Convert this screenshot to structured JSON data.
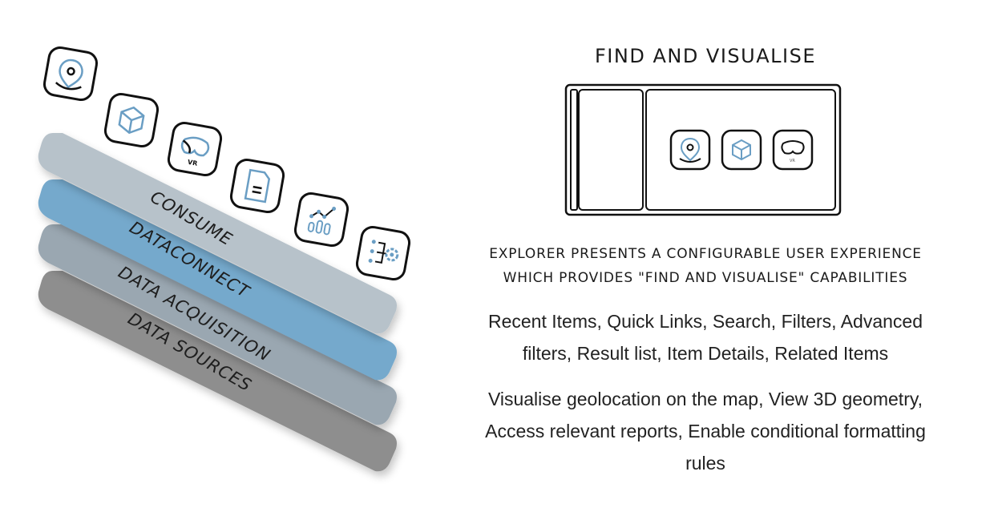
{
  "stack": {
    "layers": [
      {
        "label": "DATA SOURCES",
        "color": "#8e8e8e"
      },
      {
        "label": "DATA ACQUISITION",
        "color": "#9aa7b1"
      },
      {
        "label": "DATACONNECT",
        "color": "#74a9cc"
      },
      {
        "label": "CONSUME",
        "color": "#b7c2ca"
      }
    ],
    "icons": [
      {
        "name": "map-pin-icon"
      },
      {
        "name": "cube-3d-icon"
      },
      {
        "name": "vr-headset-icon",
        "text": "VR"
      },
      {
        "name": "document-report-icon"
      },
      {
        "name": "chart-analytics-icon"
      },
      {
        "name": "conditional-formatting-icon"
      }
    ]
  },
  "panel": {
    "heading": "FIND AND VISUALISE",
    "mockup_icons": [
      {
        "name": "map-pin-icon"
      },
      {
        "name": "cube-3d-icon"
      },
      {
        "name": "vr-headset-icon",
        "text": "VR"
      }
    ],
    "lead_line1": "EXPLORER PRESENTS A CONFIGURABLE USER EXPERIENCE",
    "lead_line2": "WHICH PROVIDES \"FIND AND VISUALISE\" CAPABILITIES",
    "paragraph1": "Recent Items, Quick Links, Search, Filters, Advanced filters, Result list, Item Details, Related Items",
    "paragraph2": "Visualise geolocation on the map, View 3D geometry, Access relevant reports, Enable conditional formatting rules"
  },
  "colors": {
    "accent_blue": "#6a9ec4",
    "outline": "#111111"
  }
}
